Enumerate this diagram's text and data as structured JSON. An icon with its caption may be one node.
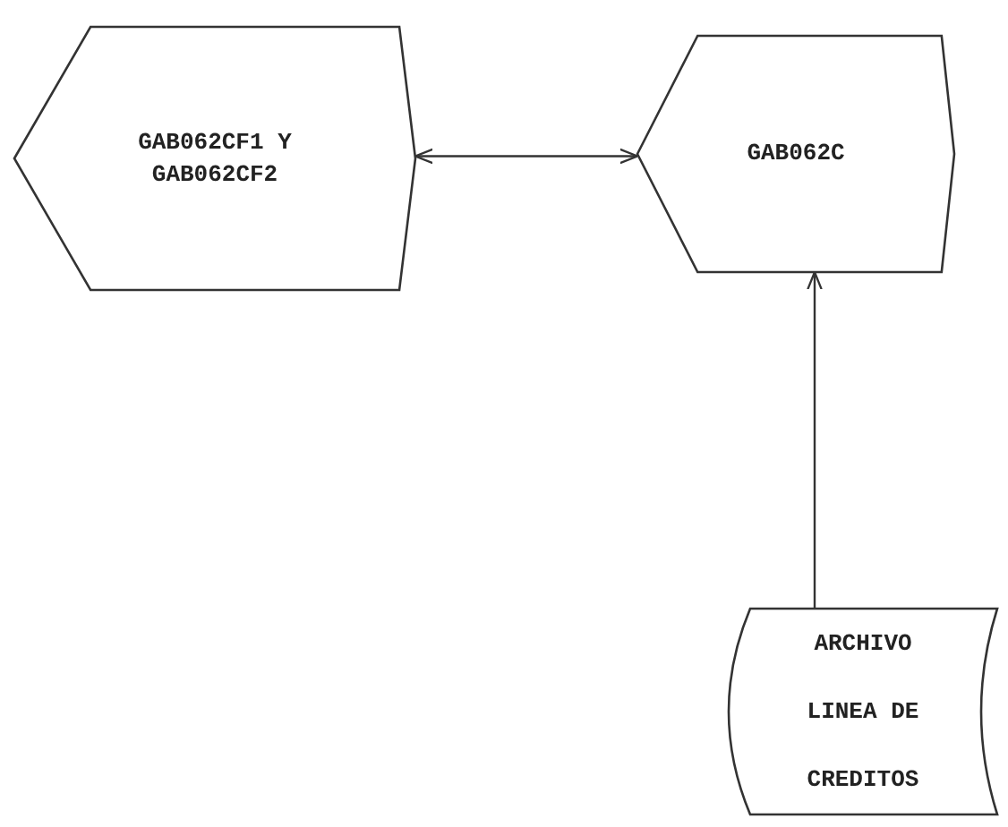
{
  "diagram": {
    "nodes": [
      {
        "text": [
          "GAB062CF1 Y GAB062CF2"
        ]
      },
      {
        "text": [
          "GAB062C"
        ]
      },
      {
        "text": [
          "ARCHIVO LINEA DE CREDITOS"
        ]
      }
    ],
    "edges": [
      {
        "from": 0,
        "to": 1,
        "arrow": "both"
      },
      {
        "from": 2,
        "to": 1,
        "arrow": "to"
      }
    ]
  }
}
